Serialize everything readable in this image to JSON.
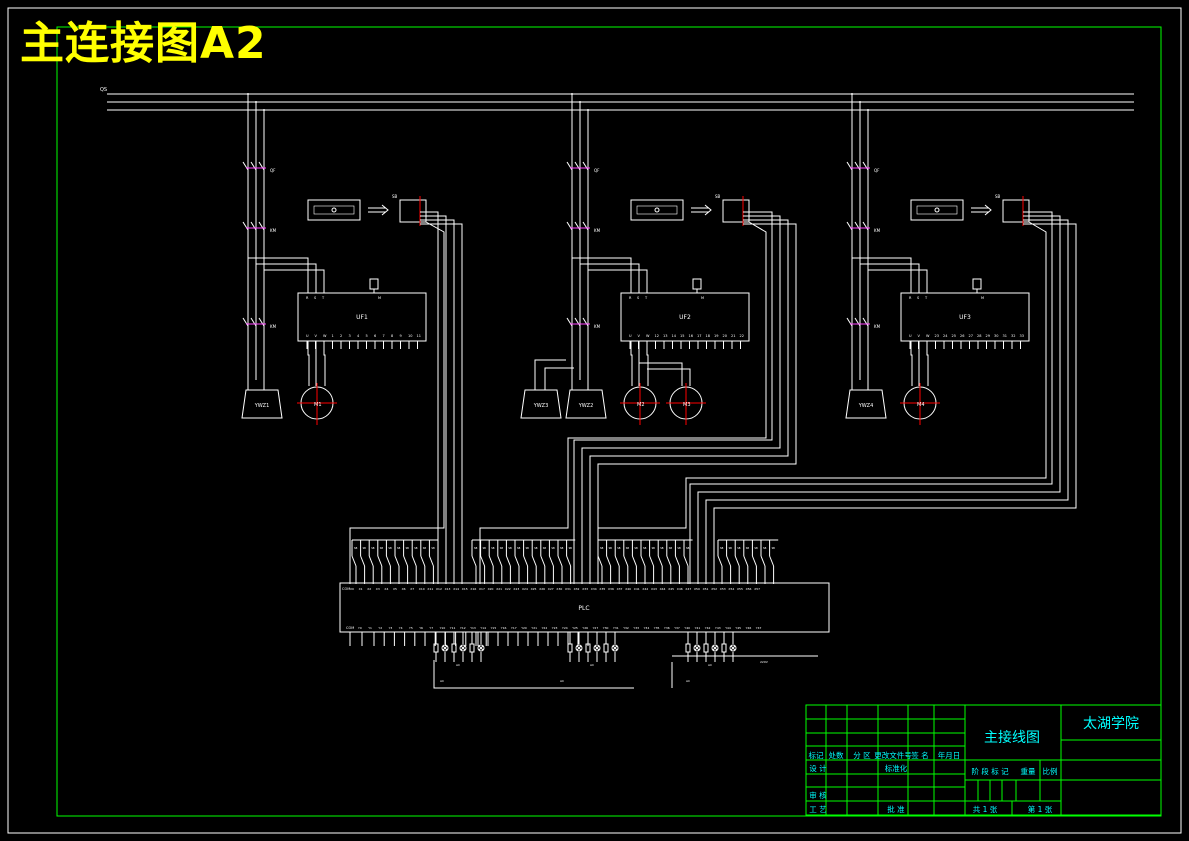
{
  "sheet_title": "主连接图A2",
  "bus_label": "QS",
  "units": [
    {
      "breaker_label": "QF",
      "contactor_label": "KM",
      "relay_label": "KM",
      "inverter_label": "UF1",
      "pump_labels": [
        "YWZ1"
      ],
      "motor_labels": [
        "M1"
      ],
      "controller_label": "SB",
      "inverter_pins_top": [
        "R",
        "S",
        "T"
      ],
      "inverter_pins_bottom": [
        "U",
        "V",
        "W",
        "1",
        "2",
        "3",
        "4",
        "5",
        "6",
        "7",
        "8",
        "9",
        "10",
        "11"
      ]
    },
    {
      "breaker_label": "QF",
      "contactor_label": "KM",
      "relay_label": "KM",
      "inverter_label": "UF2",
      "pump_labels": [
        "YWZ2",
        "YWZ3"
      ],
      "motor_labels": [
        "M2",
        "M3"
      ],
      "controller_label": "SB",
      "inverter_pins_top": [
        "R",
        "S",
        "T"
      ],
      "inverter_pins_bottom": [
        "U",
        "V",
        "W",
        "12",
        "13",
        "14",
        "15",
        "16",
        "17",
        "18",
        "19",
        "20",
        "21",
        "22"
      ]
    },
    {
      "breaker_label": "QF",
      "contactor_label": "KM",
      "relay_label": "KM",
      "inverter_label": "UF3",
      "pump_labels": [
        "YWZ4"
      ],
      "motor_labels": [
        "M4"
      ],
      "controller_label": "SB",
      "inverter_pins_top": [
        "R",
        "S",
        "T"
      ],
      "inverter_pins_bottom": [
        "U",
        "V",
        "W",
        "23",
        "24",
        "25",
        "26",
        "27",
        "28",
        "29",
        "30",
        "31",
        "32",
        "33"
      ]
    }
  ],
  "plc": {
    "label": "PLC",
    "input_common": "COM",
    "output_common": "COM",
    "input_terminals": [
      "X0",
      "X1",
      "X2",
      "X3",
      "X4",
      "X5",
      "X6",
      "X7",
      "X10",
      "X11",
      "X12",
      "X13",
      "X14",
      "X15",
      "X16",
      "X17",
      "X20",
      "X21",
      "X22",
      "X23",
      "X24",
      "X25",
      "X26",
      "X27",
      "X30",
      "X31",
      "X32",
      "X33",
      "X34",
      "X35",
      "X36",
      "X37",
      "X40",
      "X41",
      "X42",
      "X43",
      "X44",
      "X45",
      "X46",
      "X47",
      "X50",
      "X51",
      "X52",
      "X53",
      "X54",
      "X55",
      "X56",
      "X57"
    ],
    "output_terminals": [
      "Y0",
      "Y1",
      "Y2",
      "Y3",
      "Y4",
      "Y5",
      "Y6",
      "Y7",
      "Y10",
      "Y11",
      "Y12",
      "Y13",
      "Y14",
      "Y15",
      "Y16",
      "Y17",
      "Y20",
      "Y21",
      "Y22",
      "Y23",
      "Y24",
      "Y25",
      "Y26",
      "Y27",
      "Y30",
      "Y31",
      "Y32",
      "Y33",
      "Y34",
      "Y35",
      "Y36",
      "Y37",
      "Y40",
      "Y41",
      "Y42",
      "Y43",
      "Y44",
      "Y45",
      "Y46",
      "Y47"
    ],
    "supply_labels": [
      "AC",
      "220V"
    ]
  },
  "title_block": {
    "drawing_name": "主接线图",
    "school": "太湖学院",
    "header_cells": [
      "标记",
      "处数",
      "分 区",
      "更改文件号",
      "签 名",
      "年月日"
    ],
    "rows": [
      "设 计",
      "审 核",
      "工 艺"
    ],
    "standardization": "标准化",
    "approve": "批 准",
    "stage_cells": [
      "阶 段 标 记",
      "重量",
      "比例"
    ],
    "sheet_total": "共 1 张",
    "sheet_index": "第 1 张"
  },
  "colors": {
    "background": "#000000",
    "frame": "#00ff00",
    "wire": "#ffffff",
    "title": "#ffff00",
    "title_block_text": "#00ffff",
    "marker": "#ff0000",
    "pink": "#ff44ff"
  }
}
